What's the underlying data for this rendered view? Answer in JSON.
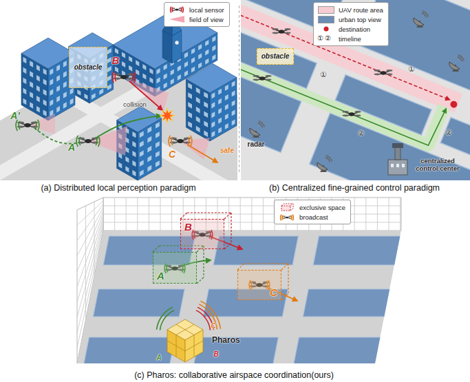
{
  "diagram": {
    "nodes": [
      {
        "text": [
          "obstacle"
        ]
      },
      {
        "text": [
          "obstacle"
        ]
      },
      {
        "text": [
          "B"
        ]
      },
      {
        "text": [
          "A"
        ]
      },
      {
        "text": [
          "C"
        ]
      },
      {
        "text": [
          "Pharos"
        ]
      }
    ],
    "labels": [
      "B",
      "collision",
      "A'",
      "A",
      "C",
      "safe",
      "radar",
      "①",
      "②",
      "①",
      "②",
      "centralized control center",
      "①",
      "②",
      "C",
      "B",
      "A",
      "(a) Distributed local perception paradigm",
      "(b) Centralized fine-grained control paradigm",
      "(c) Pharos: collaborative airspace coordination(ours)"
    ],
    "legend": [
      {
        "text": "local sensor"
      },
      {
        "text": "field of view"
      },
      {
        "text": "UAV route area",
        "color": "#f7cdd3"
      },
      {
        "text": "urban top view",
        "color": "#6a8db5"
      },
      {
        "text": "destination"
      },
      {
        "text": "timeline"
      },
      {
        "text": "exclusive space"
      },
      {
        "text": "broadcast"
      }
    ]
  }
}
